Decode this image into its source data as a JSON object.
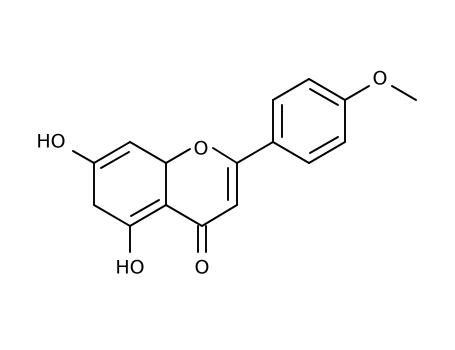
{
  "molecule": {
    "atoms": {
      "ring_oxygen": "O",
      "carbonyl_oxygen": "O",
      "hydroxyl_7": "HO",
      "hydroxyl_5": "HO",
      "methoxy_oxygen": "O"
    }
  }
}
